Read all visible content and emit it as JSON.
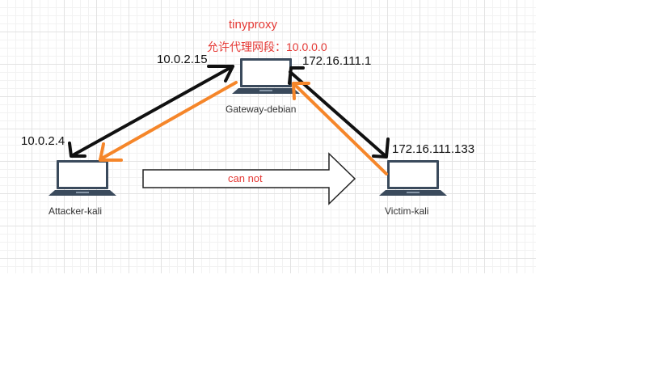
{
  "proxy": {
    "title": "tinyproxy",
    "allow_note": "允许代理网段：10.0.0.0"
  },
  "nodes": {
    "gateway": {
      "name": "Gateway-debian",
      "ip_left": "10.0.2.15",
      "ip_right": "172.16.111.1"
    },
    "attacker": {
      "name": "Attacker-kali",
      "ip": "10.0.2.4"
    },
    "victim": {
      "name": "Victim-kali",
      "ip": "172.16.111.133"
    }
  },
  "arrow": {
    "label": "can not"
  },
  "colors": {
    "black_arrow": "#111111",
    "orange_arrow": "#f5862a",
    "label_red": "#e53935",
    "laptop_body": "#3a4a5c",
    "laptop_screen": "#ffffff",
    "grid_line": "#e3e3e3"
  },
  "icons": [
    "laptop-icon"
  ]
}
